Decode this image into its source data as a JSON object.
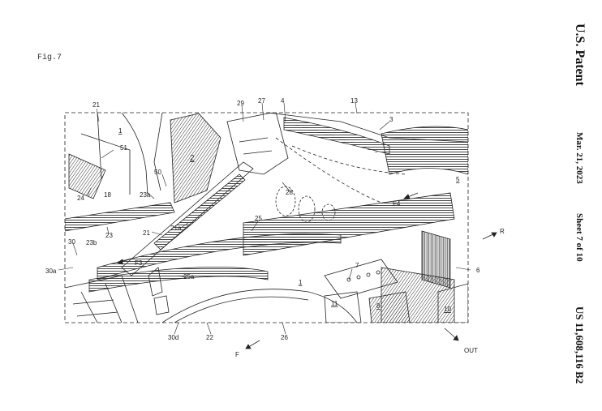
{
  "header": {
    "title": "U.S. Patent",
    "date": "Mar. 21, 2023",
    "sheet": "Sheet 7 of 10",
    "patent_number": "US 11,608,116 B2"
  },
  "figure": {
    "label": "Fig.7",
    "refs": {
      "r21_top": "21",
      "r1_top": "1",
      "r29": "29",
      "r27": "27",
      "r4": "4",
      "r13": "13",
      "r3": "3",
      "r2": "2",
      "r51": "51",
      "r50": "50",
      "r28": "28",
      "r5": "5",
      "r24": "24",
      "r18": "18",
      "r23a": "23a",
      "rF4": "F4",
      "r23": "23",
      "r21a": "21a",
      "r25": "25",
      "r23b": "23b",
      "r21_mid": "21",
      "rR": "R",
      "r30": "30",
      "rF3": "F3",
      "r30a": "30a",
      "r7": "7",
      "r6": "6",
      "r25a": "25a",
      "r1_bot": "1",
      "r11": "11",
      "r8": "8",
      "r10": "10",
      "r30d": "30d",
      "r22": "22",
      "r26": "26",
      "rOUT": "OUT",
      "rF": "F"
    }
  }
}
